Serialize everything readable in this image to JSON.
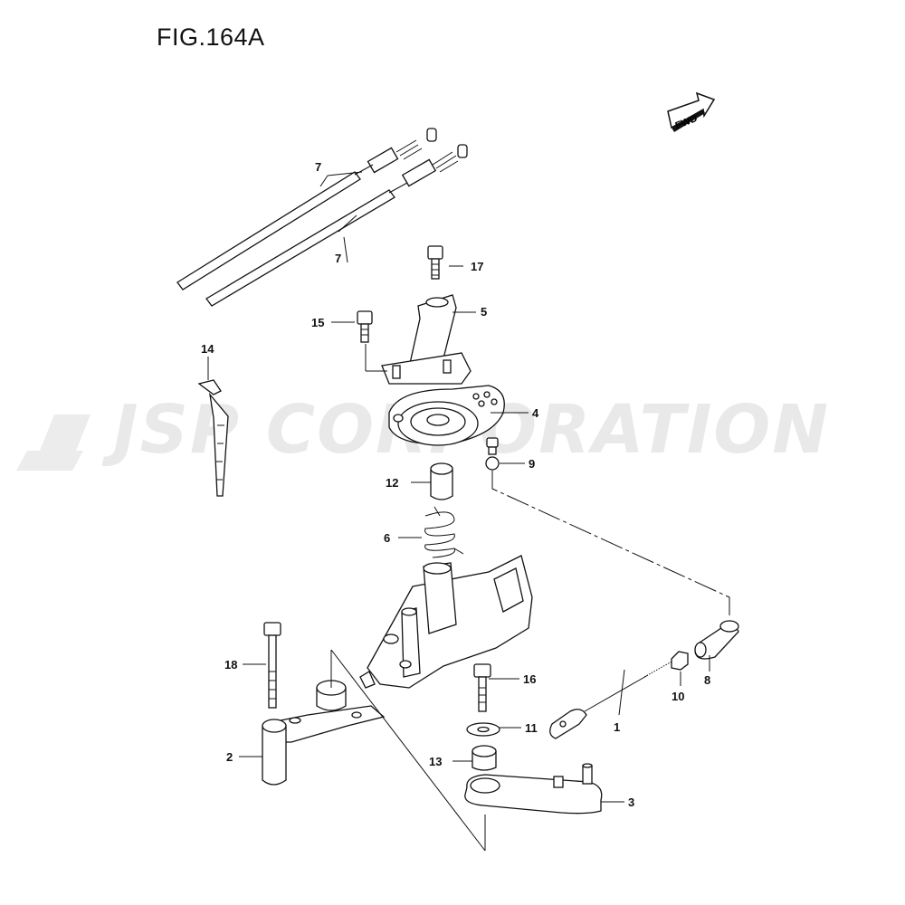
{
  "figure": {
    "title": "FIG.164A"
  },
  "badge": {
    "fwd": "FWD"
  },
  "watermark": {
    "text": "JSP CORPORATION"
  },
  "callouts": {
    "c1": "1",
    "c2": "2",
    "c3": "3",
    "c4": "4",
    "c5": "5",
    "c6": "6",
    "c7a": "7",
    "c7b": "7",
    "c8": "8",
    "c9": "9",
    "c10": "10",
    "c11": "11",
    "c12": "12",
    "c13": "13",
    "c14": "14",
    "c15": "15",
    "c16": "16",
    "c17": "17",
    "c18": "18"
  },
  "colors": {
    "line": "#111111",
    "watermark": "#e9e9e9",
    "background": "#ffffff"
  }
}
